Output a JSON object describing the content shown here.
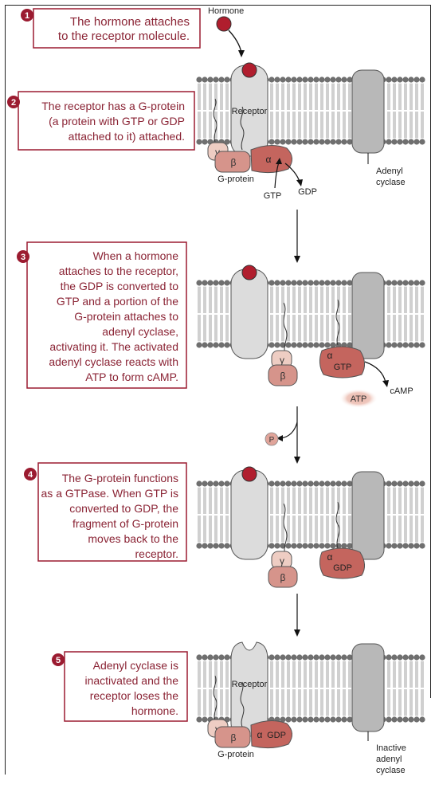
{
  "colors": {
    "maroon": "#9b1b30",
    "caption_text": "#8a2334",
    "hormone": "#b01e2e",
    "receptor": "#dcdcdc",
    "cyclase": "#b8b8b8",
    "alpha": "#c4655e",
    "beta": "#d6948b",
    "gamma": "#eecdc3",
    "membrane": "#7f7f7f"
  },
  "labels": {
    "hormone": "Hormone",
    "receptor": "Receptor",
    "g_protein": "G-protein",
    "gtp": "GTP",
    "gdp": "GDP",
    "atp": "ATP",
    "camp": "cAMP",
    "phosphate": "P",
    "gamma": "γ",
    "beta": "β",
    "alpha": "α",
    "adenyl": "Adenyl",
    "cyclase": "cyclase",
    "inactive": "Inactive",
    "adenyl_lower": "adenyl"
  },
  "steps": [
    {
      "number": "1",
      "lines": [
        "The hormone attaches",
        "to the receptor molecule."
      ]
    },
    {
      "number": "2",
      "lines": [
        "The receptor has a G-protein",
        "(a protein with GTP or GDP",
        "attached to it) attached."
      ]
    },
    {
      "number": "3",
      "lines": [
        "When a hormone",
        "attaches to the receptor,",
        "the GDP is converted to",
        "GTP and a portion of the",
        "G-protein attaches to",
        "adenyl cyclase,",
        "activating it. The activated",
        "adenyl cyclase reacts with",
        "ATP to form cAMP."
      ]
    },
    {
      "number": "4",
      "lines": [
        "The G-protein functions",
        "as a GTPase. When GTP is",
        "converted to GDP, the",
        "fragment of G-protein",
        "moves back to the",
        "receptor."
      ]
    },
    {
      "number": "5",
      "lines": [
        "Adenyl cyclase is",
        "inactivated and the",
        "receptor loses the",
        "hormone."
      ]
    }
  ]
}
